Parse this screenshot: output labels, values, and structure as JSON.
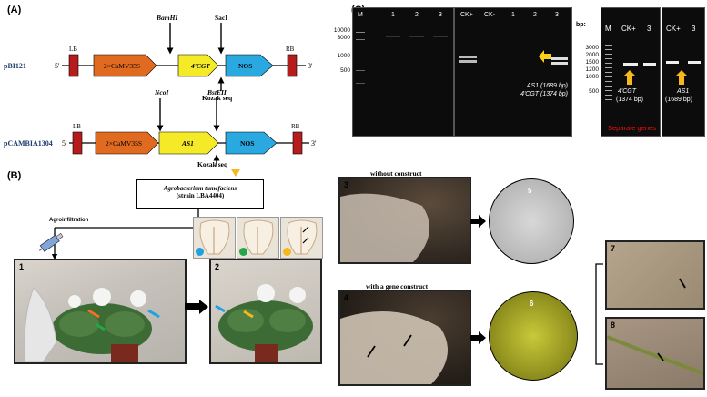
{
  "panels": {
    "A": "(A)",
    "B": "(B)",
    "C": "(C)"
  },
  "constructs": {
    "c1": {
      "name": "pBI121",
      "five": "5'",
      "three": "3'",
      "lb": "LB",
      "rb": "RB",
      "promoter": "2×CaMV35S",
      "gene": "4'CGT",
      "term": "NOS",
      "site1": "BamHI",
      "site2": "SacI",
      "kozak": "Kozak seq"
    },
    "c2": {
      "name": "pCAMBIA1304",
      "five": "5'",
      "three": "3'",
      "lb": "LB",
      "rb": "RB",
      "promoter": "2×CaMV35S",
      "gene": "AS1",
      "term": "NOS",
      "site1": "NcoI",
      "site2": "BstEII",
      "kozak": "Kozak seq"
    }
  },
  "agro": {
    "line1": "Agrobacterium tumefaciens",
    "line2": "(strain LBA4404)"
  },
  "agroinfiltration": "Agroinfiltration",
  "photos": {
    "p1": "1",
    "p2": "2",
    "p3": "3",
    "p4": "4",
    "p5": "5",
    "p6": "6",
    "p7": "7",
    "p8": "8"
  },
  "captions": {
    "without": "without construct",
    "with": "with a gene construct"
  },
  "gels": {
    "bp": "bp:",
    "g1": {
      "lanes": [
        "M",
        "1",
        "2",
        "3"
      ],
      "markers": [
        "10000",
        "3000",
        "1000",
        "500"
      ]
    },
    "g2": {
      "lanes": [
        "CK+",
        "CK-",
        "1",
        "2",
        "3"
      ],
      "note1": "AS1 (1689 bp)",
      "note2": "4'CGT (1374 bp)"
    },
    "g3": {
      "lanes": [
        "M",
        "CK+",
        "3"
      ],
      "markers": [
        "3000",
        "2000",
        "1500",
        "1200",
        "1000",
        "500"
      ],
      "note1": "4'CGT",
      "note2": "(1374 bp)"
    },
    "g4": {
      "lanes": [
        "CK+",
        "3"
      ],
      "note1": "AS1",
      "note2": "(1689 bp)"
    },
    "separate": "Separate genes"
  }
}
